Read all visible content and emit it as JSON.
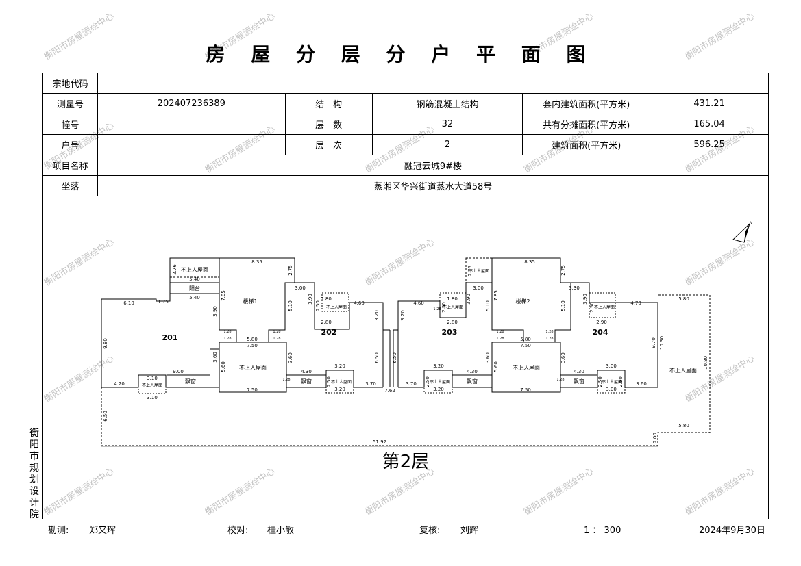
{
  "title": "房 屋 分 层 分 户 平 面 图",
  "info": {
    "parcel_code_label": "宗地代码",
    "parcel_code_value": "",
    "survey_no_label": "测量号",
    "survey_no_value": "202407236389",
    "structure_label": "结　构",
    "structure_value": "钢筋混凝土结构",
    "inner_area_label": "套内建筑面积(平方米)",
    "inner_area_value": "431.21",
    "building_no_label": "幢号",
    "building_no_value": "",
    "floors_label": "层　数",
    "floors_value": "32",
    "shared_area_label": "共有分摊面积(平方米)",
    "shared_area_value": "165.04",
    "unit_no_label": "户号",
    "unit_no_value": "",
    "floor_level_label": "层　次",
    "floor_level_value": "2",
    "build_area_label": "建筑面积(平方米)",
    "build_area_value": "596.25",
    "project_label": "项目名称",
    "project_value": "融冠云城9#楼",
    "location_label": "坐落",
    "location_value": "蒸湘区华兴街道蒸水大道58号"
  },
  "plan": {
    "floor_caption": "第2层",
    "north_label": "N",
    "units": [
      "201",
      "202",
      "203",
      "204"
    ],
    "stair1": "楼梯1",
    "stair2": "楼梯2",
    "no_roof_terrace": "不上人屋面",
    "balcony": "阳台",
    "bay_window": "飘窗",
    "dims": {
      "d835": "8.35",
      "d275": "2.75",
      "d540": "5.40",
      "d276": "2.76",
      "d300": "3.00",
      "d785": "7.85",
      "d390": "3.90",
      "d610": "6.10",
      "d980": "9.80",
      "d900": "9.00",
      "d510": "5.10",
      "d460": "4.60",
      "d320": "3.20",
      "d650": "6.50",
      "d280": "2.80",
      "d180": "1.80",
      "d360": "3.60",
      "d750": "7.50",
      "d560": "5.60",
      "d430": "4.30",
      "d420": "4.20",
      "d370": "3.70",
      "d762": "7.62",
      "d5192": "51.92",
      "d580": "5.80",
      "d1080": "10.80",
      "d1030": "10.30",
      "d970": "9.70",
      "d470": "4.70",
      "d290": "2.90",
      "d330": "3.30",
      "d250": "2.50",
      "d128": "1.28",
      "d310": "3.10",
      "d175": "1.75",
      "d200": "2.00",
      "d225": "2.25"
    }
  },
  "side_text": "衡阳市规划设计院",
  "footer": {
    "surveyor_label": "勘测:",
    "surveyor_name": "郑又珲",
    "checker_label": "校对:",
    "checker_name": "桂小敏",
    "reviewer_label": "复核:",
    "reviewer_name": "刘辉",
    "scale": "1 ： 300",
    "date": "2024年9月30日"
  },
  "watermark": "衡阳市房屋测绘中心"
}
